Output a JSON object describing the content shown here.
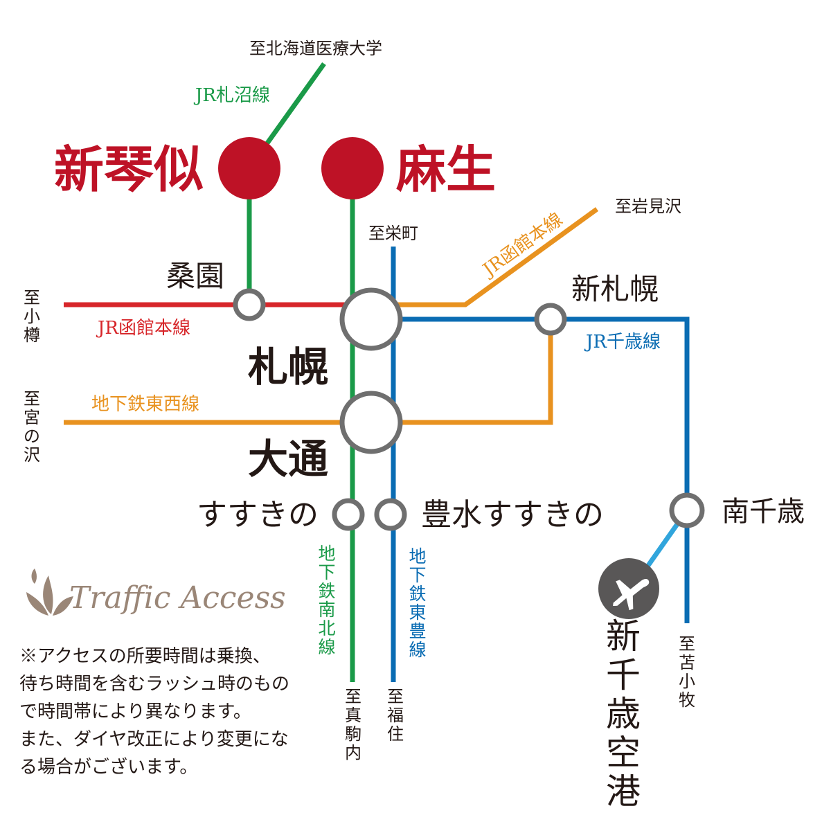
{
  "colors": {
    "jr_sassho": "#1a9a48",
    "jr_hakodate_west": "#d7262a",
    "jr_hakodate_east": "#e8921f",
    "tozai": "#e8921f",
    "jr_chitose": "#0a6cb3",
    "airport_link": "#31a5dc",
    "nanboku": "#1a9a48",
    "toho": "#0a6cb3",
    "station_ring": "#6f6f6f",
    "highlight_station": "#be1226",
    "text": "#231815",
    "logo": "#9a8677"
  },
  "highlight_stations": {
    "shinkotoni": "新琴似",
    "asabu": "麻生"
  },
  "stations": {
    "kuwazono": "桑園",
    "sapporo": "札幌",
    "odori": "大通",
    "shinsapporo": "新札幌",
    "susukino": "すすきの",
    "hosui_susukino": "豊水すすきの",
    "minami_chitose": "南千歳",
    "new_chitose_airport": "新千歳空港"
  },
  "lines": {
    "jr_sassho": "JR札沼線",
    "jr_hakodate_west": "JR函館本線",
    "jr_hakodate_east": "JR函館本線",
    "jr_chitose": "JR千歳線",
    "tozai": "地下鉄東西線",
    "nanboku": "地下鉄南北線",
    "toho": "地下鉄東豊線"
  },
  "destinations": {
    "north": "至北海道医療大学",
    "sakaemachi": "至栄町",
    "iwamizawa": "至岩見沢",
    "otaru": "至小樽",
    "miyanosawa": "至宮の沢",
    "makomanai": "至真駒内",
    "fukuzumi": "至福住",
    "tomakomai": "至苫小牧"
  },
  "logo": {
    "text": "Traffic Access",
    "icon": "leaf-ornament-icon"
  },
  "airport_icon": "airplane-icon",
  "note": {
    "lines": [
      "※アクセスの所要時間は乗換、",
      "待ち時間を含むラッシュ時のもの",
      "で時間帯により異なります。",
      "また、ダイヤ改正により変更にな",
      "る場合がございます。"
    ]
  }
}
